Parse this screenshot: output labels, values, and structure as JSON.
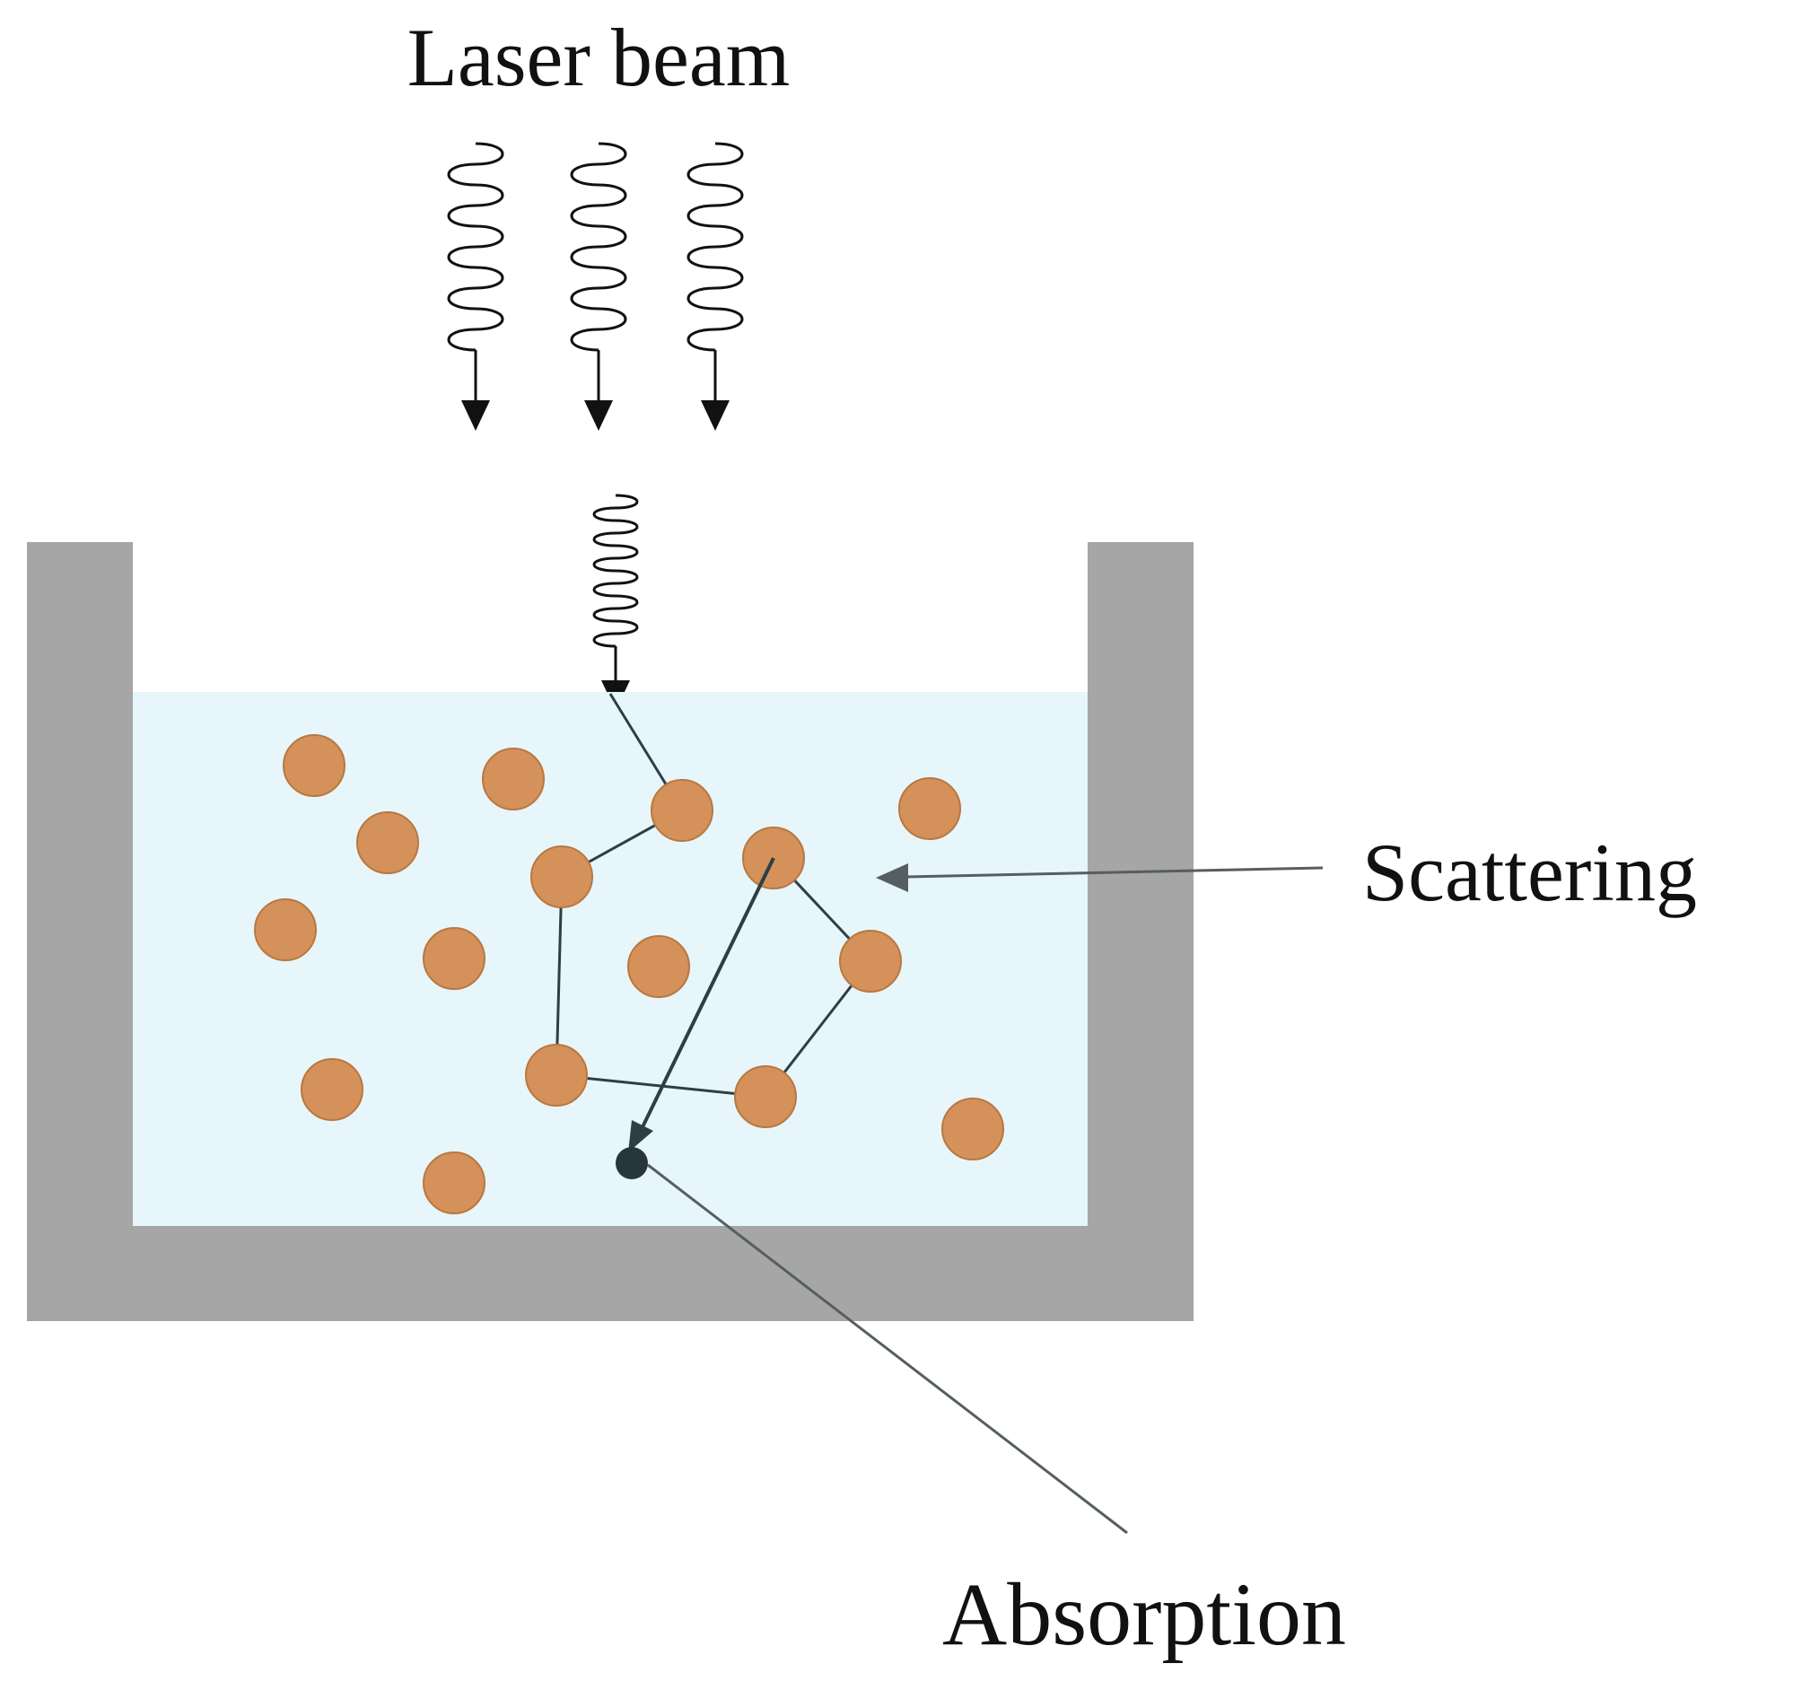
{
  "labels": {
    "laser_beam": "Laser beam",
    "scattering": "Scattering",
    "absorption": "Absorption"
  },
  "colors": {
    "container": "#a6a6a6",
    "liquid": "#e6f6fb",
    "particle_fill": "#d4915a",
    "particle_stroke": "#b9773f",
    "absorber": "#26363c",
    "path_line": "#2e3e45",
    "pointer_line": "#555e61",
    "wave": "#111111"
  },
  "icons": {
    "incoming_wave": "wavy-arrow-icon",
    "absorber": "filled-dot-icon"
  }
}
